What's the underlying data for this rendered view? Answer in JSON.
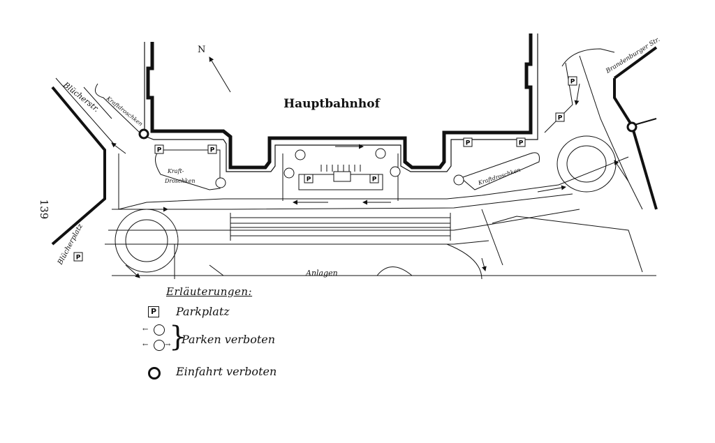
{
  "map": {
    "station_label": "Hauptbahnhof",
    "north_label": "N",
    "page_number": "139",
    "street_labels": {
      "bluecherstr": "Blücherstr.",
      "bluecherplatz": "Blücherplatz",
      "brandenburger": "Brandenburger Str.",
      "anlagen": "Anlagen",
      "kraftdroschken_left_top": "Kraftdroschken",
      "kraftdroschken_left": "Kraft-\nDroschken",
      "kraftdroschken_right": "Kraftdroschken"
    },
    "parking_symbol": "P"
  },
  "legend": {
    "title": "Erläuterungen:",
    "items": [
      {
        "symbol": "P",
        "label": "Parkplatz"
      },
      {
        "symbol": "circle-arrows",
        "label": "Parken verboten"
      },
      {
        "symbol": "bold-circle",
        "label": "Einfahrt verboten"
      }
    ]
  }
}
